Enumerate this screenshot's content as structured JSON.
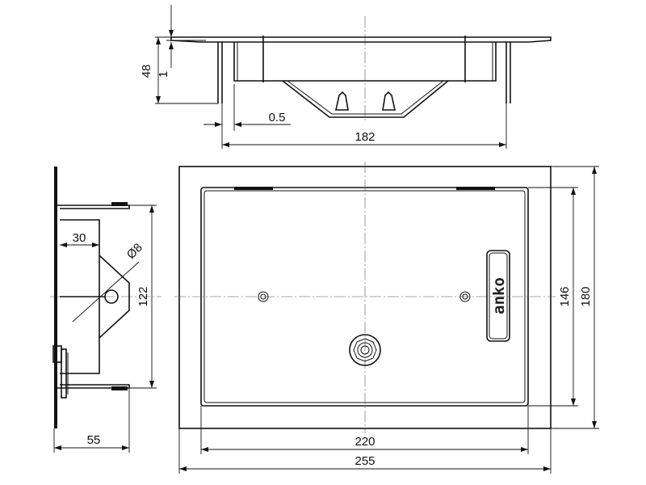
{
  "brand": {
    "logo_text": "anko"
  },
  "dimensions": {
    "top_height": "48",
    "top_flange": "1",
    "top_gap": "0.5",
    "top_width": "182",
    "side_depth": "30",
    "side_hole": "Ø8",
    "side_height": "122",
    "side_width": "55",
    "front_inner_height": "146",
    "front_outer_height": "180",
    "front_inner_width": "220",
    "front_outer_width": "255"
  },
  "colors": {
    "line": "#111111",
    "centerline": "#555555",
    "background": "#ffffff"
  }
}
